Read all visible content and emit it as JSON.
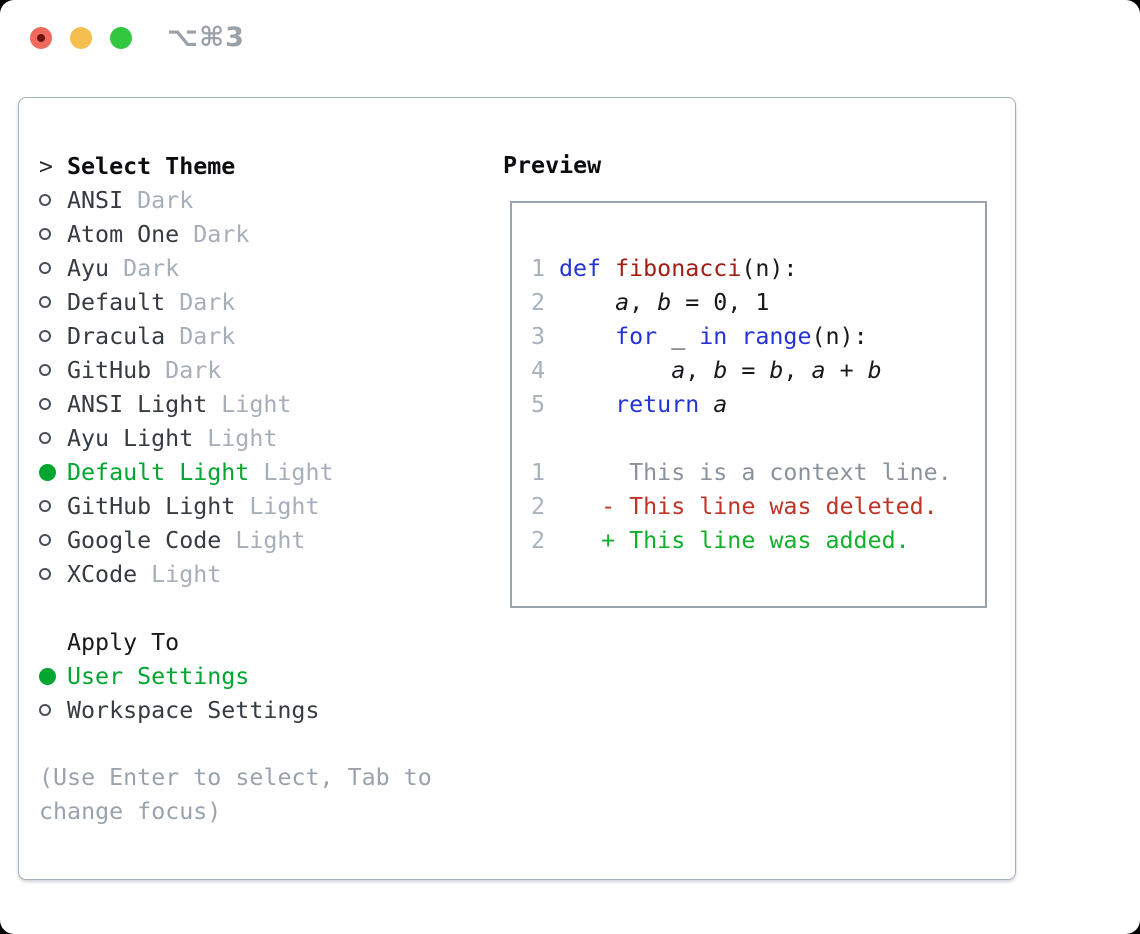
{
  "window": {
    "title": "⌥⌘3"
  },
  "theme_selector": {
    "header_marker": ">",
    "header": "Select Theme",
    "items": [
      {
        "name": "ANSI",
        "variant": "Dark",
        "selected": false
      },
      {
        "name": "Atom One",
        "variant": "Dark",
        "selected": false
      },
      {
        "name": "Ayu",
        "variant": "Dark",
        "selected": false
      },
      {
        "name": "Default",
        "variant": "Dark",
        "selected": false
      },
      {
        "name": "Dracula",
        "variant": "Dark",
        "selected": false
      },
      {
        "name": "GitHub",
        "variant": "Dark",
        "selected": false
      },
      {
        "name": "ANSI Light",
        "variant": "Light",
        "selected": false
      },
      {
        "name": "Ayu Light",
        "variant": "Light",
        "selected": false
      },
      {
        "name": "Default Light",
        "variant": "Light",
        "selected": true
      },
      {
        "name": "GitHub Light",
        "variant": "Light",
        "selected": false
      },
      {
        "name": "Google Code",
        "variant": "Light",
        "selected": false
      },
      {
        "name": "XCode",
        "variant": "Light",
        "selected": false
      }
    ]
  },
  "apply_to": {
    "header": "Apply To",
    "items": [
      {
        "name": "User Settings",
        "selected": true
      },
      {
        "name": "Workspace Settings",
        "selected": false
      }
    ]
  },
  "hint": "(Use Enter to select, Tab to\nchange focus)",
  "preview": {
    "header": "Preview",
    "code_lines": [
      {
        "num": "1",
        "tokens": [
          {
            "t": "def",
            "c": "keyword"
          },
          {
            "t": " ",
            "c": "text"
          },
          {
            "t": "fibonacci",
            "c": "function"
          },
          {
            "t": "(n):",
            "c": "text"
          }
        ]
      },
      {
        "num": "2",
        "tokens": [
          {
            "t": "    ",
            "c": "text"
          },
          {
            "t": "a",
            "c": "variable"
          },
          {
            "t": ", ",
            "c": "text"
          },
          {
            "t": "b",
            "c": "variable"
          },
          {
            "t": " = 0, 1",
            "c": "text"
          }
        ]
      },
      {
        "num": "3",
        "tokens": [
          {
            "t": "    ",
            "c": "text"
          },
          {
            "t": "for",
            "c": "keyword"
          },
          {
            "t": " _ ",
            "c": "text"
          },
          {
            "t": "in",
            "c": "keyword"
          },
          {
            "t": " ",
            "c": "text"
          },
          {
            "t": "range",
            "c": "keyword"
          },
          {
            "t": "(n):",
            "c": "text"
          }
        ]
      },
      {
        "num": "4",
        "tokens": [
          {
            "t": "        ",
            "c": "text"
          },
          {
            "t": "a",
            "c": "variable"
          },
          {
            "t": ", ",
            "c": "text"
          },
          {
            "t": "b",
            "c": "variable"
          },
          {
            "t": " = ",
            "c": "text"
          },
          {
            "t": "b",
            "c": "variable"
          },
          {
            "t": ", ",
            "c": "text"
          },
          {
            "t": "a",
            "c": "variable"
          },
          {
            "t": " + ",
            "c": "text"
          },
          {
            "t": "b",
            "c": "variable"
          }
        ]
      },
      {
        "num": "5",
        "tokens": [
          {
            "t": "    ",
            "c": "text"
          },
          {
            "t": "return",
            "c": "keyword"
          },
          {
            "t": " ",
            "c": "text"
          },
          {
            "t": "a",
            "c": "variable"
          }
        ]
      },
      {
        "num": "",
        "tokens": []
      },
      {
        "num": "1",
        "tokens": [
          {
            "t": "     This is a context line.",
            "c": "context"
          }
        ]
      },
      {
        "num": "2",
        "tokens": [
          {
            "t": "   - This line was deleted.",
            "c": "deleted"
          }
        ]
      },
      {
        "num": "2",
        "tokens": [
          {
            "t": "   + This line was added.",
            "c": "added"
          }
        ]
      }
    ]
  },
  "colors": {
    "selected_green": "#00a62f",
    "radio_ring": "#4a505a",
    "suffix_gray": "#a6aeb9",
    "hint_gray": "#9aa3ad",
    "panel_border": "#a8b0ba",
    "titlebar_red": "#ef6a5e",
    "titlebar_red_dot": "#6f120c",
    "titlebar_yellow": "#f5bf50",
    "titlebar_green": "#32c73f",
    "title_gray": "#9aa1a9",
    "tokens": {
      "keyword": "#2433d6",
      "function": "#a31e12",
      "text": "#17191d",
      "variable": "#17191d",
      "context": "#8b929b",
      "deleted": "#c03325",
      "added": "#12b02a",
      "line_number": "#a9b2bc"
    }
  }
}
